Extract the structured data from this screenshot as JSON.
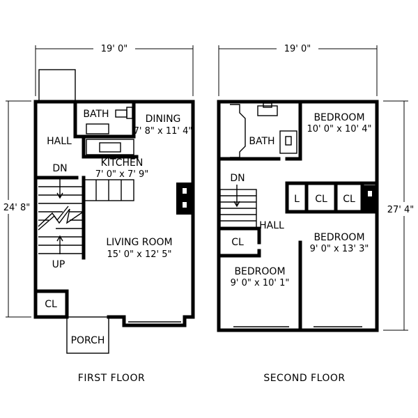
{
  "first_floor": {
    "caption": "FIRST FLOOR",
    "width_dim": "19' 0\"",
    "height_dim": "24' 8\"",
    "bath": "BATH",
    "hall": "HALL",
    "dining": "DINING",
    "dining_size": "7' 8\" x 11' 4\"",
    "kitchen": "KITCHEN",
    "kitchen_size": "7' 0\" x 7' 9\"",
    "dn": "DN",
    "up": "UP",
    "living_room": "LIVING ROOM",
    "living_room_size": "15' 0\" x 12' 5\"",
    "closet": "CL",
    "porch": "PORCH"
  },
  "second_floor": {
    "caption": "SECOND FLOOR",
    "width_dim": "19' 0\"",
    "height_dim": "27' 4\"",
    "bath": "BATH",
    "dn": "DN",
    "hall": "HALL",
    "bedroom1": "BEDROOM",
    "bedroom1_size": "10' 0\" x 10' 4\"",
    "bedroom2": "BEDROOM",
    "bedroom2_size": "9' 0\" x 13' 3\"",
    "bedroom3": "BEDROOM",
    "bedroom3_size": "9' 0\" x 10' 1\"",
    "linen": "L",
    "closet_a": "CL",
    "closet_b": "CL",
    "closet_c": "CL"
  }
}
